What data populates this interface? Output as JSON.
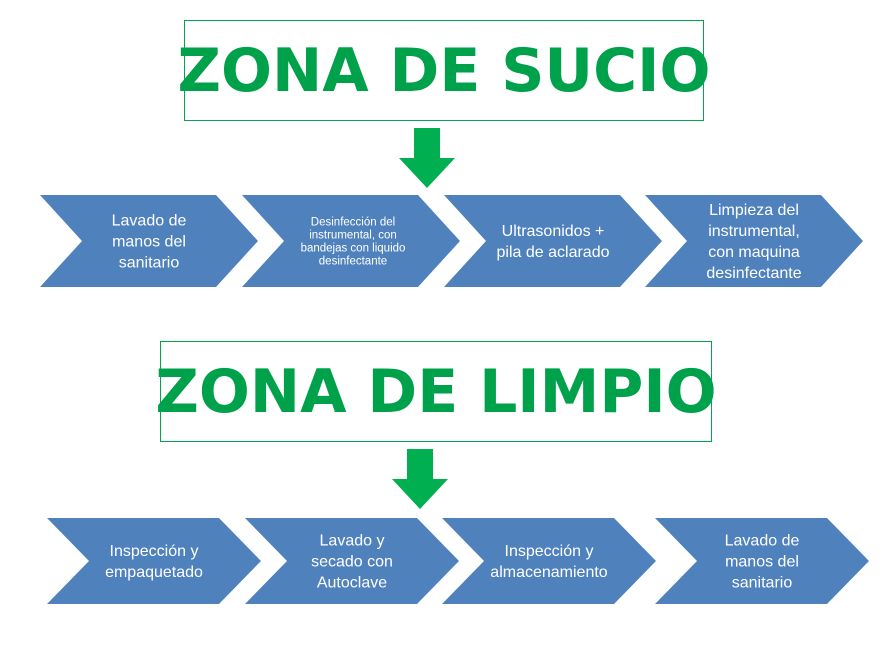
{
  "colors": {
    "title": "#00a14b",
    "border": "#00a550",
    "arrow": "#00b050",
    "chevron": "#4f81bd",
    "chevron_text": "#ffffff"
  },
  "dirty_zone": {
    "title": "ZONA DE SUCIO",
    "steps": [
      {
        "lines": [
          "Lavado de",
          "manos del",
          "sanitario"
        ]
      },
      {
        "lines": [
          "Desinfección del",
          "instrumental, con",
          "bandejas con liquido",
          "desinfectante"
        ]
      },
      {
        "lines": [
          "Ultrasonidos +",
          "pila de aclarado"
        ]
      },
      {
        "lines": [
          "Limpieza del",
          "instrumental,",
          "con maquina",
          "desinfectante"
        ]
      }
    ]
  },
  "clean_zone": {
    "title": "ZONA DE LIMPIO",
    "steps": [
      {
        "lines": [
          "Inspección y",
          "empaquetado"
        ]
      },
      {
        "lines": [
          "Lavado y",
          "secado con",
          "Autoclave"
        ]
      },
      {
        "lines": [
          "Inspección y",
          "almacenamiento"
        ]
      },
      {
        "lines": [
          "Lavado de",
          "manos del",
          "sanitario"
        ]
      }
    ]
  }
}
